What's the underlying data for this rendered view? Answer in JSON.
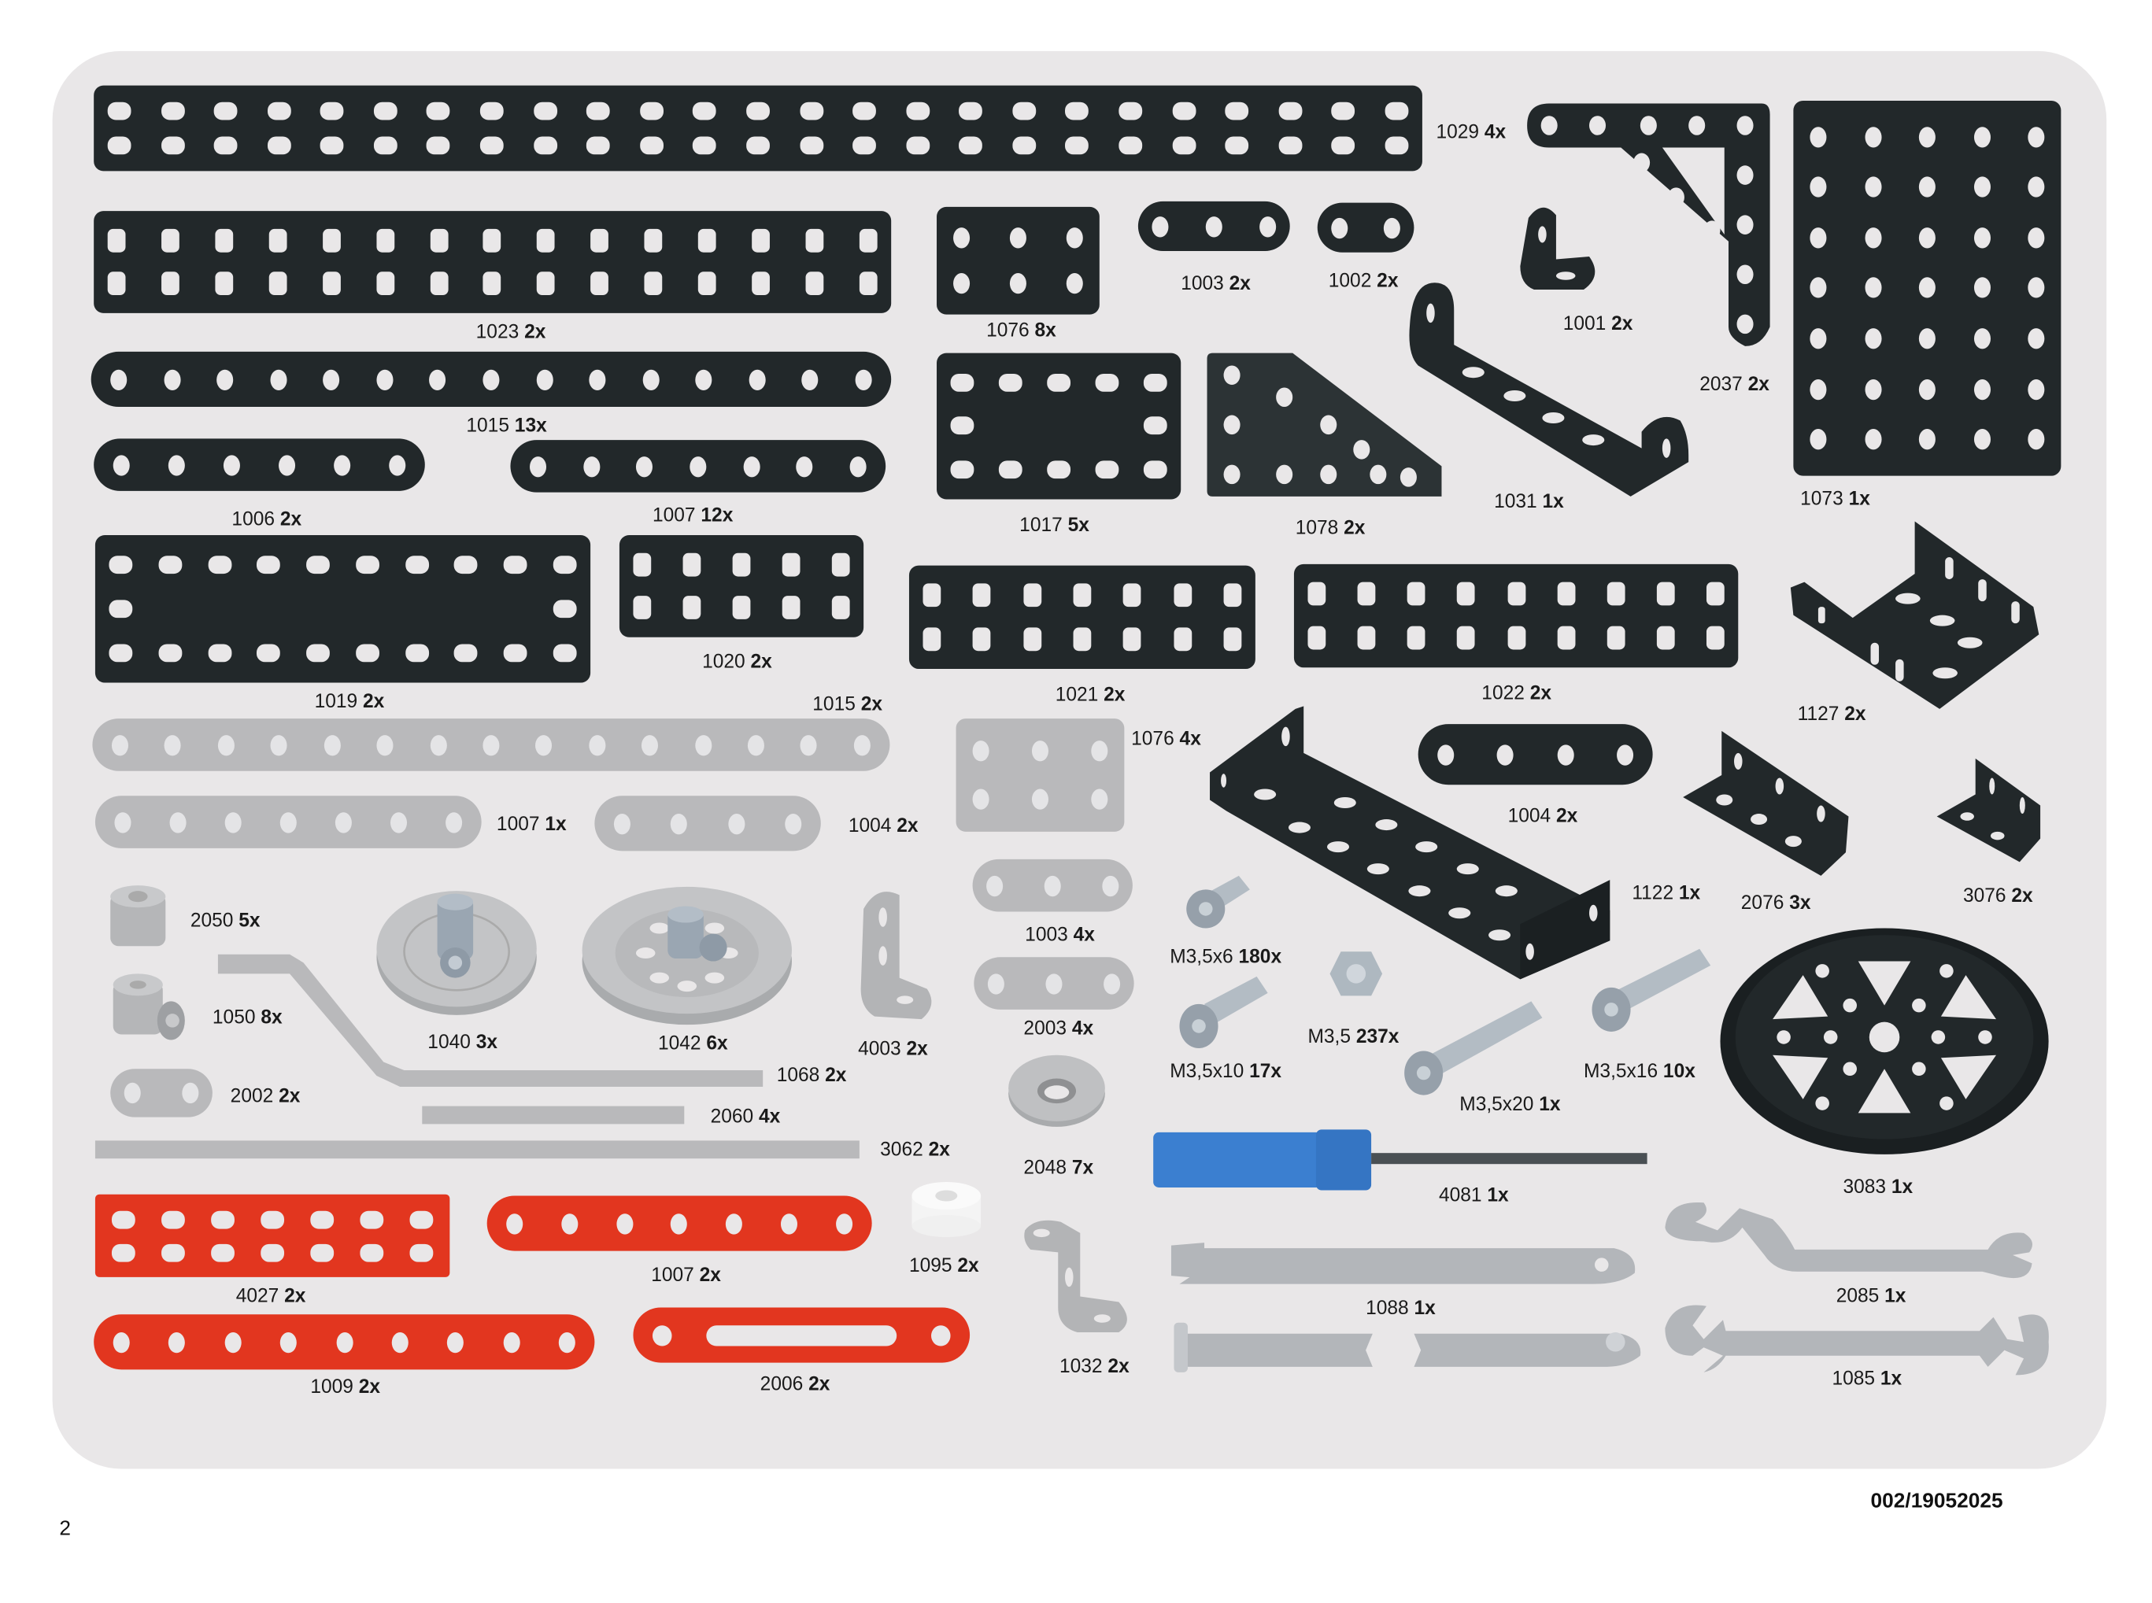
{
  "parts": {
    "p1029": {
      "id": "1029",
      "qty": "4x"
    },
    "p1023": {
      "id": "1023",
      "qty": "2x"
    },
    "p1076a": {
      "id": "1076",
      "qty": "8x"
    },
    "p1003a": {
      "id": "1003",
      "qty": "2x"
    },
    "p1002": {
      "id": "1002",
      "qty": "2x"
    },
    "p1001": {
      "id": "1001",
      "qty": "2x"
    },
    "p2037": {
      "id": "2037",
      "qty": "2x"
    },
    "p1073": {
      "id": "1073",
      "qty": "1x"
    },
    "p1015a": {
      "id": "1015",
      "qty": "13x"
    },
    "p1006": {
      "id": "1006",
      "qty": "2x"
    },
    "p1007a": {
      "id": "1007",
      "qty": "12x"
    },
    "p1017": {
      "id": "1017",
      "qty": "5x"
    },
    "p1078": {
      "id": "1078",
      "qty": "2x"
    },
    "p1031": {
      "id": "1031",
      "qty": "1x"
    },
    "p1019": {
      "id": "1019",
      "qty": "2x"
    },
    "p1020": {
      "id": "1020",
      "qty": "2x"
    },
    "p1021": {
      "id": "1021",
      "qty": "2x"
    },
    "p1022": {
      "id": "1022",
      "qty": "2x"
    },
    "p1127": {
      "id": "1127",
      "qty": "2x"
    },
    "p1015b": {
      "id": "1015",
      "qty": "2x"
    },
    "p1076b": {
      "id": "1076",
      "qty": "4x"
    },
    "p1007b": {
      "id": "1007",
      "qty": "1x"
    },
    "p1004a": {
      "id": "1004",
      "qty": "2x"
    },
    "p1122": {
      "id": "1122",
      "qty": "1x"
    },
    "p1004b": {
      "id": "1004",
      "qty": "2x"
    },
    "p2076": {
      "id": "2076",
      "qty": "3x"
    },
    "p3076": {
      "id": "3076",
      "qty": "2x"
    },
    "p2050": {
      "id": "2050",
      "qty": "5x"
    },
    "p1050": {
      "id": "1050",
      "qty": "8x"
    },
    "p2002": {
      "id": "2002",
      "qty": "2x"
    },
    "p1068": {
      "id": "1068",
      "qty": "2x"
    },
    "p1040": {
      "id": "1040",
      "qty": "3x"
    },
    "p1042": {
      "id": "1042",
      "qty": "6x"
    },
    "p4003": {
      "id": "4003",
      "qty": "2x"
    },
    "p2060": {
      "id": "2060",
      "qty": "4x"
    },
    "p3062": {
      "id": "3062",
      "qty": "2x"
    },
    "p1003b": {
      "id": "1003",
      "qty": "4x"
    },
    "p2003": {
      "id": "2003",
      "qty": "4x"
    },
    "p2048": {
      "id": "2048",
      "qty": "7x"
    },
    "p1095": {
      "id": "1095",
      "qty": "2x"
    },
    "p1032": {
      "id": "1032",
      "qty": "2x"
    },
    "p4027": {
      "id": "4027",
      "qty": "2x"
    },
    "p1007c": {
      "id": "1007",
      "qty": "2x"
    },
    "p1009": {
      "id": "1009",
      "qty": "2x"
    },
    "p2006": {
      "id": "2006",
      "qty": "2x"
    },
    "m6": {
      "id": "M3,5x6",
      "qty": "180x"
    },
    "m10": {
      "id": "M3,5x10",
      "qty": "17x"
    },
    "nut": {
      "id": "M3,5",
      "qty": "237x"
    },
    "m20": {
      "id": "M3,5x20",
      "qty": "1x"
    },
    "m16": {
      "id": "M3,5x16",
      "qty": "10x"
    },
    "p3083": {
      "id": "3083",
      "qty": "1x"
    },
    "p4081": {
      "id": "4081",
      "qty": "1x"
    },
    "p1088": {
      "id": "1088",
      "qty": "1x"
    },
    "p2085": {
      "id": "2085",
      "qty": "1x"
    },
    "p1085": {
      "id": "1085",
      "qty": "1x"
    }
  },
  "footer": {
    "page_number": "2",
    "doc_code": "002/19052025"
  },
  "colors": {
    "panel": "#e9e7e8",
    "dark": "#22282a",
    "grey": "#b9b9bb",
    "red": "#e2361f",
    "blue": "#3b7fd0"
  }
}
